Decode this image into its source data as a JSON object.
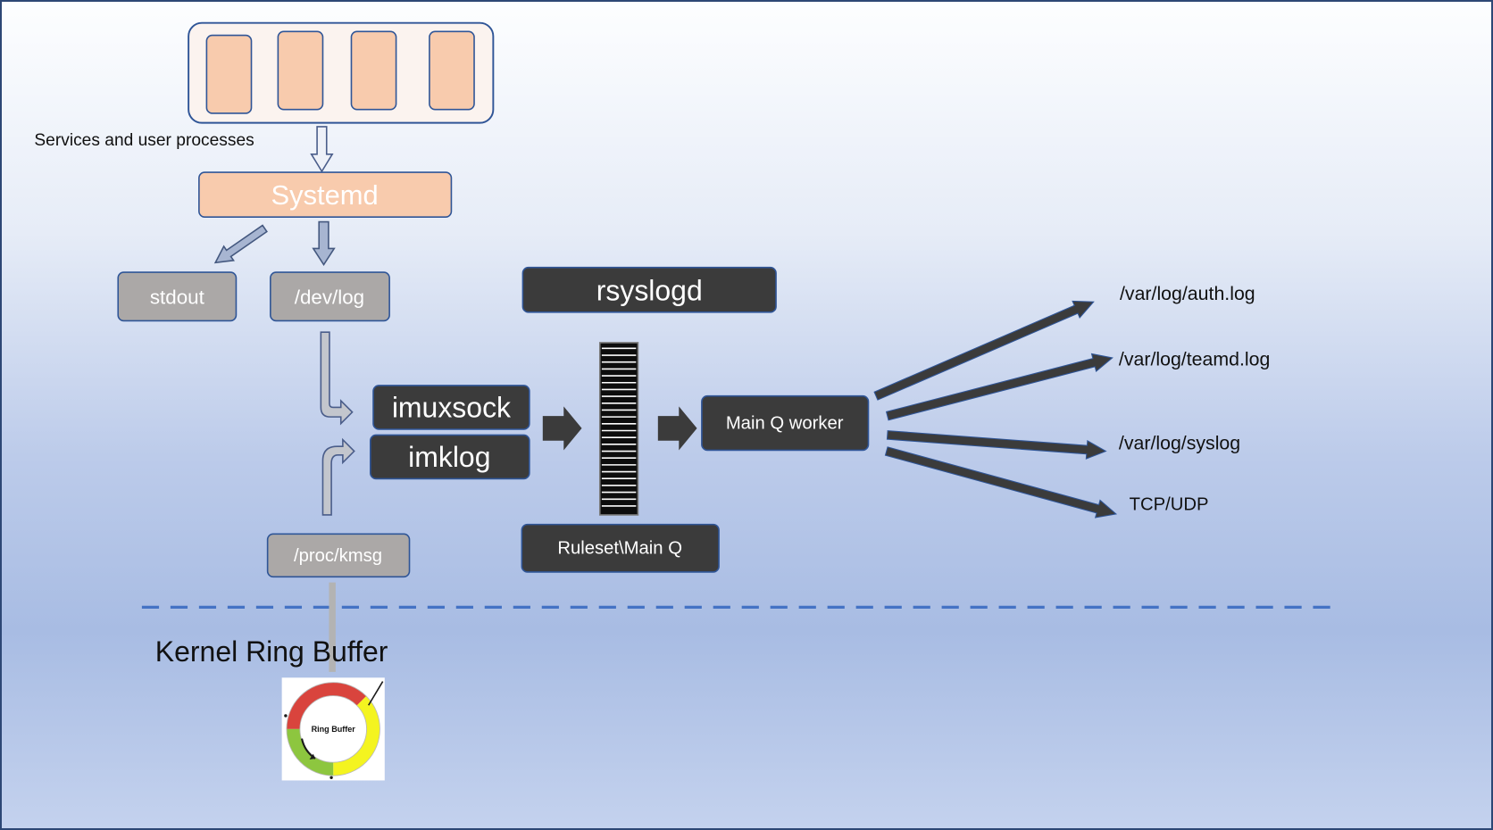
{
  "processes": {
    "label": "Services and user processes"
  },
  "systemd": {
    "label": "Systemd"
  },
  "sinks": {
    "stdout": "stdout",
    "dev_log": "/dev/log"
  },
  "rsyslogd": {
    "title": "rsyslogd"
  },
  "inputs": {
    "imuxsock": "imuxsock",
    "imklog": "imklog"
  },
  "queue": {
    "label": "Ruleset\\Main Q"
  },
  "worker": {
    "label": "Main Q worker"
  },
  "destinations": [
    "/var/log/auth.log",
    "/var/log/teamd.log",
    "/var/log/syslog",
    "TCP/UDP"
  ],
  "kernel": {
    "proc_kmsg": "/proc/kmsg",
    "label": "Kernel Ring Buffer",
    "ring_label": "Ring Buffer"
  },
  "colors": {
    "process_fill": "#f8cbad",
    "module_fill": "#3b3b3b",
    "file_fill": "#aba8a7",
    "box_border": "#2f5597",
    "divider": "#4472c4",
    "ring_red": "#d9443d",
    "ring_yellow": "#f4f420",
    "ring_green": "#8dc63f"
  }
}
